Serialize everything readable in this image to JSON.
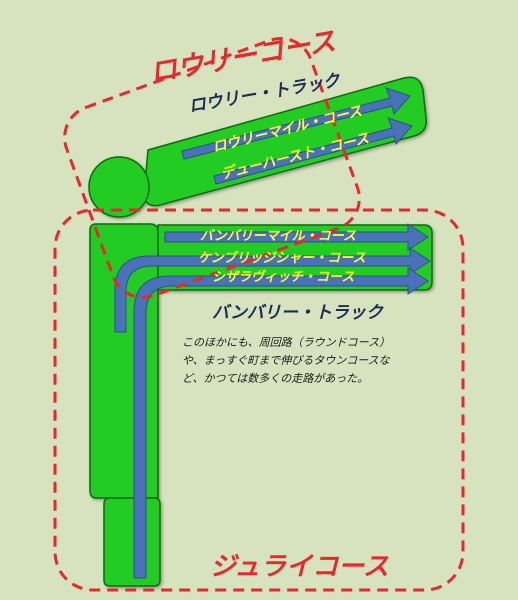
{
  "colors": {
    "background": "#d6e3be",
    "body_fill": "#22cc22",
    "body_stroke": "#0b6b0b",
    "arrow_fill": "#4a72b8",
    "arrow_stroke": "#2e4f8a",
    "dashed_border": "#e8282a",
    "course_title": "#e8282a",
    "track_title": "#1c2c55",
    "route_label": "#ffff33",
    "note_text": "#1a1a1a"
  },
  "courses": {
    "rowley": {
      "title": "ロウリーコース",
      "track_title": "ロウリー・トラック",
      "routes": [
        "ロウリーマイル・コース",
        "デューハースト・コース"
      ]
    },
    "july": {
      "title": "ジュライコース",
      "track_title": "バンバリー・トラック",
      "routes": [
        "バンバリーマイル・コース",
        "ケンブリッジシャー・コース",
        "シザラヴィッチ・コース"
      ]
    }
  },
  "note": {
    "lines": [
      "このほかにも、周回路（ラウンドコース）",
      "や、まっすぐ町まで伸びるタウンコースな",
      "ど、かつては数多くの走路があった。"
    ]
  }
}
